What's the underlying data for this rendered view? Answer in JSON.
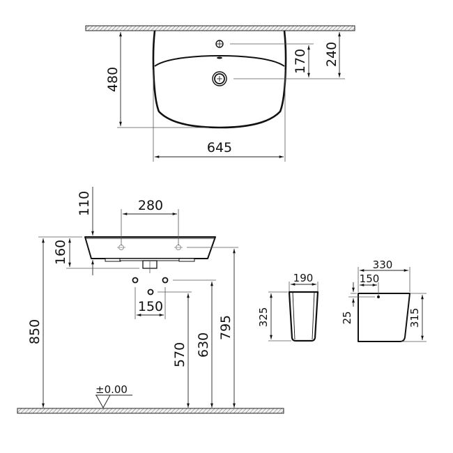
{
  "drawing": {
    "title": "Washbasin with semi-pedestal technical drawing",
    "units": "mm",
    "colors": {
      "line": "#111111",
      "hatch": "#888888",
      "background": "#ffffff"
    },
    "top_view": {
      "width_label": "645",
      "depth_label": "480",
      "tap_hole_label": "240",
      "waste_label": "170"
    },
    "front_view": {
      "top_offset_label": "110",
      "tap_spacing_label": "280",
      "basin_height_label": "160",
      "pipe_spacing_label": "150",
      "total_height_label": "850",
      "height_570_label": "570",
      "height_630_label": "630",
      "height_795_label": "795",
      "floor_level_label": "±0.00"
    },
    "pedestal_front": {
      "width_label": "190",
      "height_label": "325"
    },
    "pedestal_side": {
      "depth_label": "330",
      "hole_offset_label": "150",
      "hole_drop_label": "25",
      "height_label": "315"
    }
  }
}
